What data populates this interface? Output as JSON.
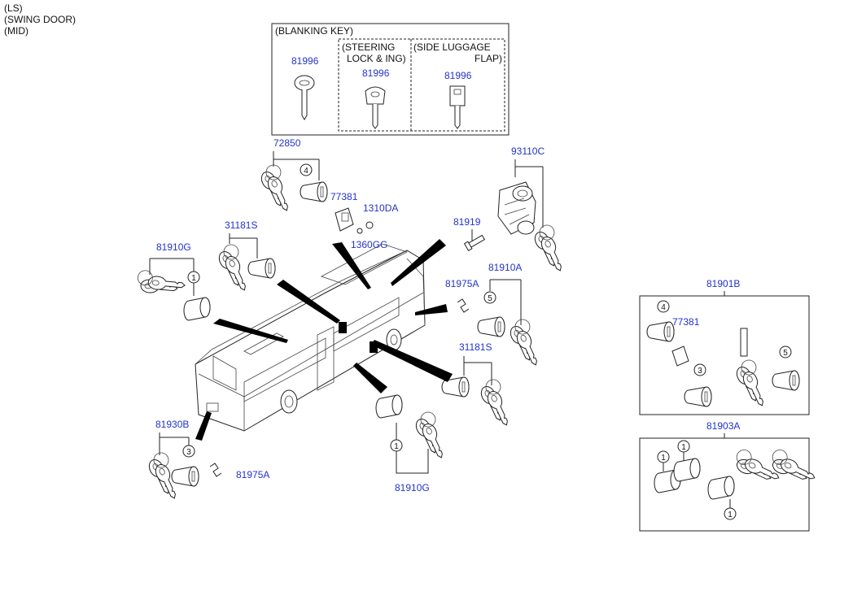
{
  "header_notes": [
    "(LS)",
    "(SWING DOOR)",
    "(MID)"
  ],
  "blanking_key_box": {
    "title": "(BLANKING KEY)",
    "steering_title_1": "(STEERING",
    "steering_title_2": "LOCK & ING)",
    "luggage_title_1": "(SIDE LUGGAGE",
    "luggage_title_2": "FLAP)",
    "key1_pn": "81996",
    "key2_pn": "81996",
    "key3_pn": "81996"
  },
  "part_numbers": {
    "p72850": "72850",
    "p77381_main": "77381",
    "p1310DA": "1310DA",
    "p1360GG": "1360GG",
    "p31181S_top": "31181S",
    "p81910G_left": "81910G",
    "p93110C": "93110C",
    "p81919": "81919",
    "p81975A_right": "81975A",
    "p81910A": "81910A",
    "p31181S_right": "31181S",
    "p81930B": "81930B",
    "p81975A_bottom": "81975A",
    "p81910G_bottom": "81910G"
  },
  "kit_81901B": {
    "title": "81901B",
    "pn_77381": "77381",
    "callouts": [
      "4",
      "3",
      "5"
    ]
  },
  "kit_81903A": {
    "title": "81903A",
    "callouts": [
      "1",
      "1",
      "1"
    ]
  },
  "callouts": {
    "c4_top": "4",
    "c1_left": "1",
    "c5_right": "5",
    "c3_bottom": "3",
    "c1_bottom": "1"
  }
}
